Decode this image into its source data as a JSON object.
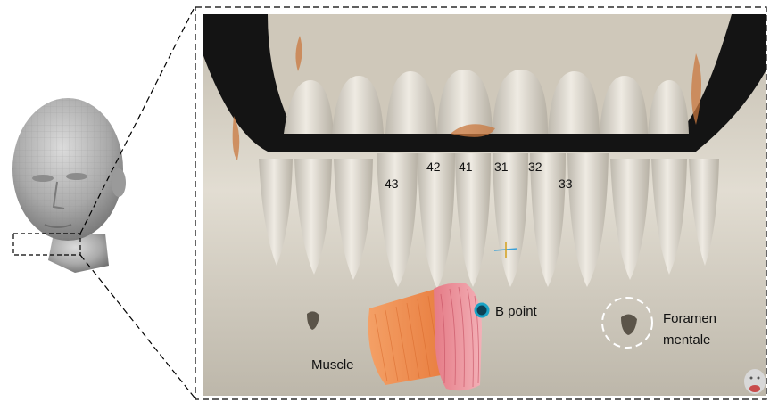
{
  "teeth_labels": [
    "43",
    "42",
    "41",
    "31",
    "32",
    "33"
  ],
  "annotations": {
    "b_point": "B point",
    "muscle": "Muscle",
    "foramen_line1": "Foramen",
    "foramen_line2": "mentale"
  },
  "colors": {
    "bone": "#d9d4c8",
    "muscle_orange": "#f08a4b",
    "muscle_pink": "#e88a95",
    "b_point_ring": "#1aa3c6",
    "background_scan": "#141414"
  },
  "icons": [
    "head-model-icon",
    "orientation-head-icon"
  ]
}
